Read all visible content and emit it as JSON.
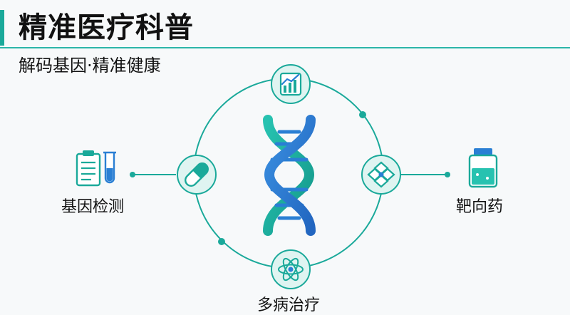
{
  "header": {
    "title": "精准医疗科普",
    "subtitle": "解码基因·精准健康"
  },
  "labels": {
    "left": "基因检测",
    "right": "靶向药",
    "bottom": "多病治疗"
  },
  "icons": {
    "top": "chart-report-icon",
    "left": "capsule-icon",
    "right": "molecule-icon",
    "bottom": "atom-icon",
    "far_left": "clipboard-test-tube-icon",
    "far_right": "medicine-bottle-icon",
    "center": "dna-helix-icon"
  },
  "colors": {
    "teal": "#1aa99a",
    "blue": "#2a7fd4",
    "circle_bg": "#dff4f1"
  }
}
